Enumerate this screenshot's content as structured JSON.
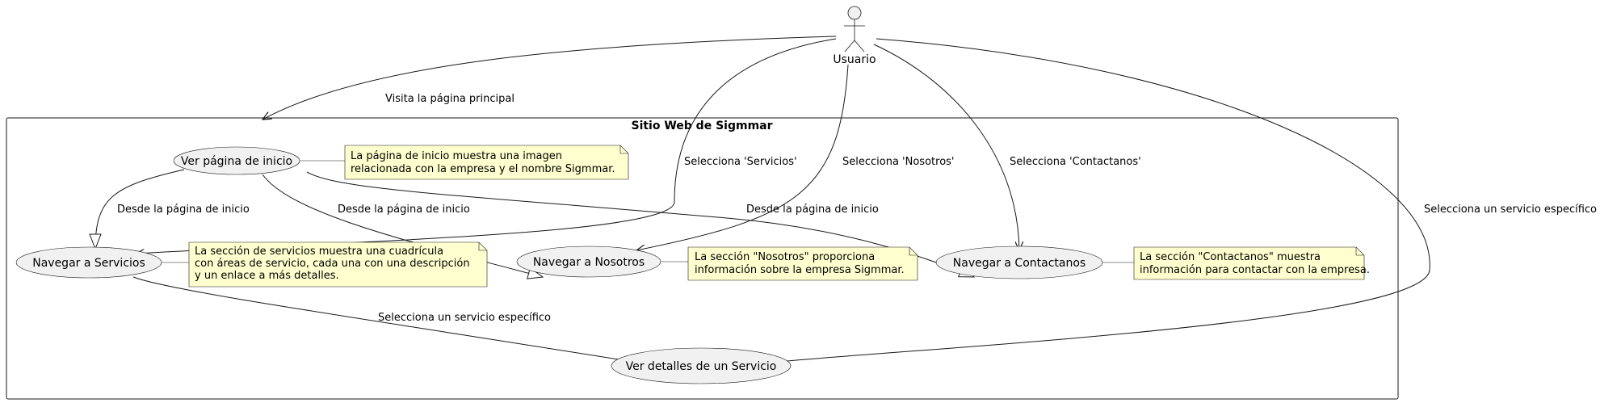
{
  "diagram": {
    "system": {
      "title": "Sitio Web de Sigmmar"
    },
    "actor": {
      "name": "Usuario"
    },
    "use_cases": {
      "ver_inicio": "Ver página de inicio",
      "servicios": "Navegar a Servicios",
      "nosotros": "Navegar a Nosotros",
      "contactanos": "Navegar a Contactanos",
      "detalle": "Ver detalles de un Servicio"
    },
    "edge_labels": {
      "visita": "Visita la página principal",
      "sel_servicios": "Selecciona 'Servicios'",
      "sel_nosotros": "Selecciona 'Nosotros'",
      "sel_contactanos": "Selecciona 'Contactanos'",
      "sel_detalle_actor": "Selecciona un servicio específico",
      "inicio_servicios": "Desde la página de inicio",
      "inicio_nosotros": "Desde la página de inicio",
      "inicio_contactanos": "Desde la página de inicio",
      "sel_detalle": "Selecciona un servicio específico"
    },
    "notes": {
      "inicio": [
        "La página de inicio muestra una imagen",
        "relacionada con la empresa y el nombre Sigmmar."
      ],
      "servicios": [
        "La sección de servicios muestra una cuadrícula",
        "con áreas de servicio, cada una con una descripción",
        "y un enlace a más detalles."
      ],
      "nosotros": [
        "La sección \"Nosotros\" proporciona",
        "información sobre la empresa Sigmmar."
      ],
      "contactanos": [
        "La sección \"Contactanos\" muestra",
        "información para contactar con la empresa."
      ]
    }
  }
}
